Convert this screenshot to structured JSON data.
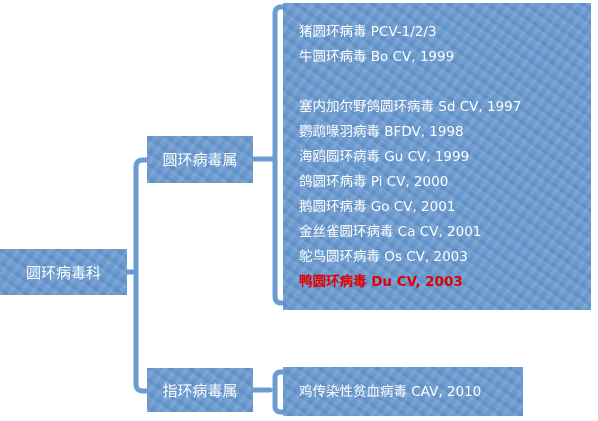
{
  "root": {
    "label": "圆环病毒科"
  },
  "genera": [
    {
      "label": "圆环病毒属"
    },
    {
      "label": "指环病毒属"
    }
  ],
  "circovirus_species": [
    "猪圆环病毒 PCV-1/2/3",
    "牛圆环病毒 Bo CV, 1999",
    "",
    "塞内加尔野鸽圆环病毒 Sd CV, 1997",
    "鹦鹉喙羽病毒 BFDV, 1998",
    "海鸥圆环病毒 Gu CV, 1999",
    "鸽圆环病毒 Pi CV, 2000",
    "鹅圆环病毒 Go CV, 2001",
    "金丝雀圆环病毒 Ca CV, 2001",
    "鸵鸟圆环病毒 Os CV, 2003",
    "鸭圆环病毒 Du CV, 2003"
  ],
  "gyrovirus_species": [
    "鸡传染性贫血病毒 CAV, 2010"
  ],
  "colors": {
    "box_fill": "#6a9bd1",
    "text": "#ffffff",
    "highlight": "#e00000",
    "connector": "#6a9bd1"
  }
}
